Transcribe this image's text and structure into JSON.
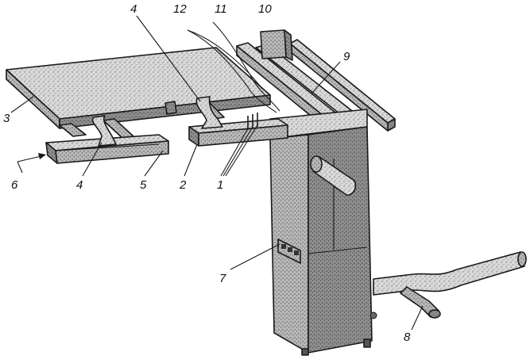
{
  "labels": {
    "l1": "1",
    "l2": "2",
    "l3": "3",
    "l4a": "4",
    "l4b": "4",
    "l5": "5",
    "l6": "6",
    "l7": "7",
    "l8": "8",
    "l9": "9",
    "l10": "10",
    "l11": "11",
    "l12": "12"
  },
  "colors": {
    "stipple_light": "#d9d9d9",
    "stipple_mid": "#b8b8b8",
    "stipple_dark": "#8f8f8f",
    "line": "#1a1a1a"
  }
}
